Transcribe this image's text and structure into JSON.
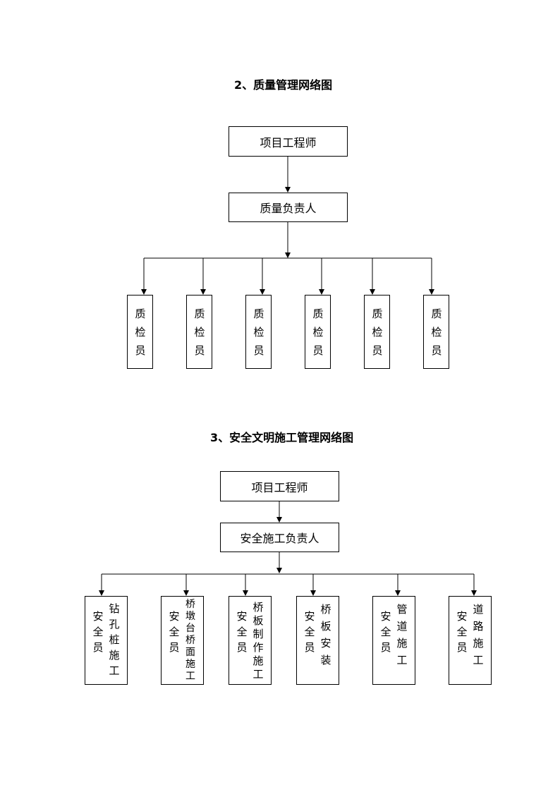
{
  "section2": {
    "title": "2、质量管理网络图",
    "top": "项目工程师",
    "mid": "质量负责人",
    "children": [
      {
        "text": "质检员"
      },
      {
        "text": "质检员"
      },
      {
        "text": "质检员"
      },
      {
        "text": "质检员"
      },
      {
        "text": "质检员"
      },
      {
        "text": "质检员"
      }
    ]
  },
  "section3": {
    "title": "3、安全文明施工管理网络图",
    "top": "项目工程师",
    "mid": "安全施工负责人",
    "children": [
      {
        "task": "钻孔桩施工",
        "role": "安全员"
      },
      {
        "task": "桥墩台桥面施工",
        "role": "安全员"
      },
      {
        "task": "桥板制作施工",
        "role": "安全员"
      },
      {
        "task": "桥板安装",
        "role": "安全员"
      },
      {
        "task": "管道施工",
        "role": "安全员"
      },
      {
        "task": "道路施工",
        "role": "安全员"
      }
    ]
  }
}
